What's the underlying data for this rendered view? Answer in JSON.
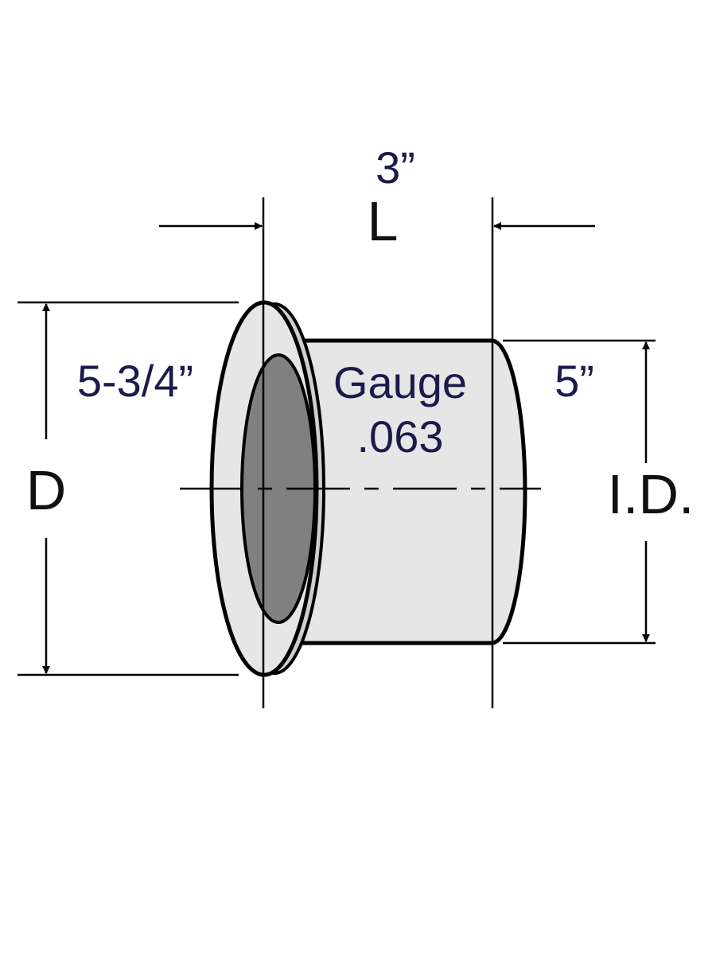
{
  "dimensions": {
    "length_value": "3”",
    "length_letter": "L",
    "flange_diameter_value": "5-3/4”",
    "flange_diameter_letter": "D",
    "inner_diameter_value": "5”",
    "inner_diameter_letter": "I.D."
  },
  "gauge": {
    "label": "Gauge",
    "value": ".063"
  },
  "colors": {
    "outline": "#000000",
    "body_fill": "#e6e6e6",
    "flange_rim_fill": "#cfcfcf",
    "bore_fill": "#808080",
    "dimension_text": "#1c1a4c",
    "letter_text": "#111111"
  }
}
